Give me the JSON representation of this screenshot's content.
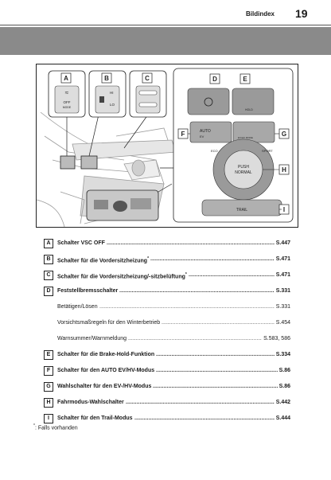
{
  "header": {
    "title": "Bildindex",
    "page_number": "19"
  },
  "figure": {
    "labels": [
      "A",
      "B",
      "C",
      "D",
      "E",
      "F",
      "G",
      "H",
      "I"
    ],
    "icon_text": {
      "vsc_off": "OFF",
      "vsc_mode": "MODE",
      "seat_hi": "HI",
      "seat_lo": "LO",
      "hold": "HOLD",
      "auto": "AUTO",
      "ev": "EV",
      "evhv_mode": "EV/HV MODE",
      "eco": "ECO",
      "sport": "SPORT",
      "push": "PUSH",
      "normal": "NORMAL",
      "trail": "TRAIL"
    }
  },
  "legend": [
    {
      "letter": "A",
      "text": "Schalter VSC OFF",
      "ref": "S.447",
      "main": true
    },
    {
      "letter": "B",
      "text": "Schalter für die Vordersitzheizung",
      "sup": "*",
      "ref": "S.471",
      "main": true
    },
    {
      "letter": "C",
      "text": "Schalter für die Vordersitzheizung/-sitzbelüftung",
      "sup": "*",
      "ref": "S.471",
      "main": true
    },
    {
      "letter": "D",
      "text": "Feststellbremsschalter",
      "ref": "S.331",
      "main": true
    },
    {
      "letter": "",
      "text": "Betätigen/Lösen",
      "ref": "S.331",
      "main": false
    },
    {
      "letter": "",
      "text": "Vorsichtsmaßregeln für den Winterbetrieb",
      "ref": "S.454",
      "main": false
    },
    {
      "letter": "",
      "text": "Warnsummer/Warnmeldung",
      "ref": "S.583, 586",
      "main": false
    },
    {
      "letter": "E",
      "text": "Schalter für die Brake-Hold-Funktion",
      "ref": "S.334",
      "main": true
    },
    {
      "letter": "F",
      "text": "Schalter für den AUTO EV/HV-Modus",
      "ref": "S.86",
      "main": true
    },
    {
      "letter": "G",
      "text": "Wahlschalter für den EV-/HV-Modus",
      "ref": "S.86",
      "main": true
    },
    {
      "letter": "H",
      "text": "Fahrmodus-Wahlschalter",
      "ref": "S.442",
      "main": true
    },
    {
      "letter": "I",
      "text": "Schalter für den Trail-Modus",
      "ref": "S.444",
      "main": true
    }
  ],
  "footnote": {
    "mark": "*",
    "text": ": Falls vorhanden"
  }
}
